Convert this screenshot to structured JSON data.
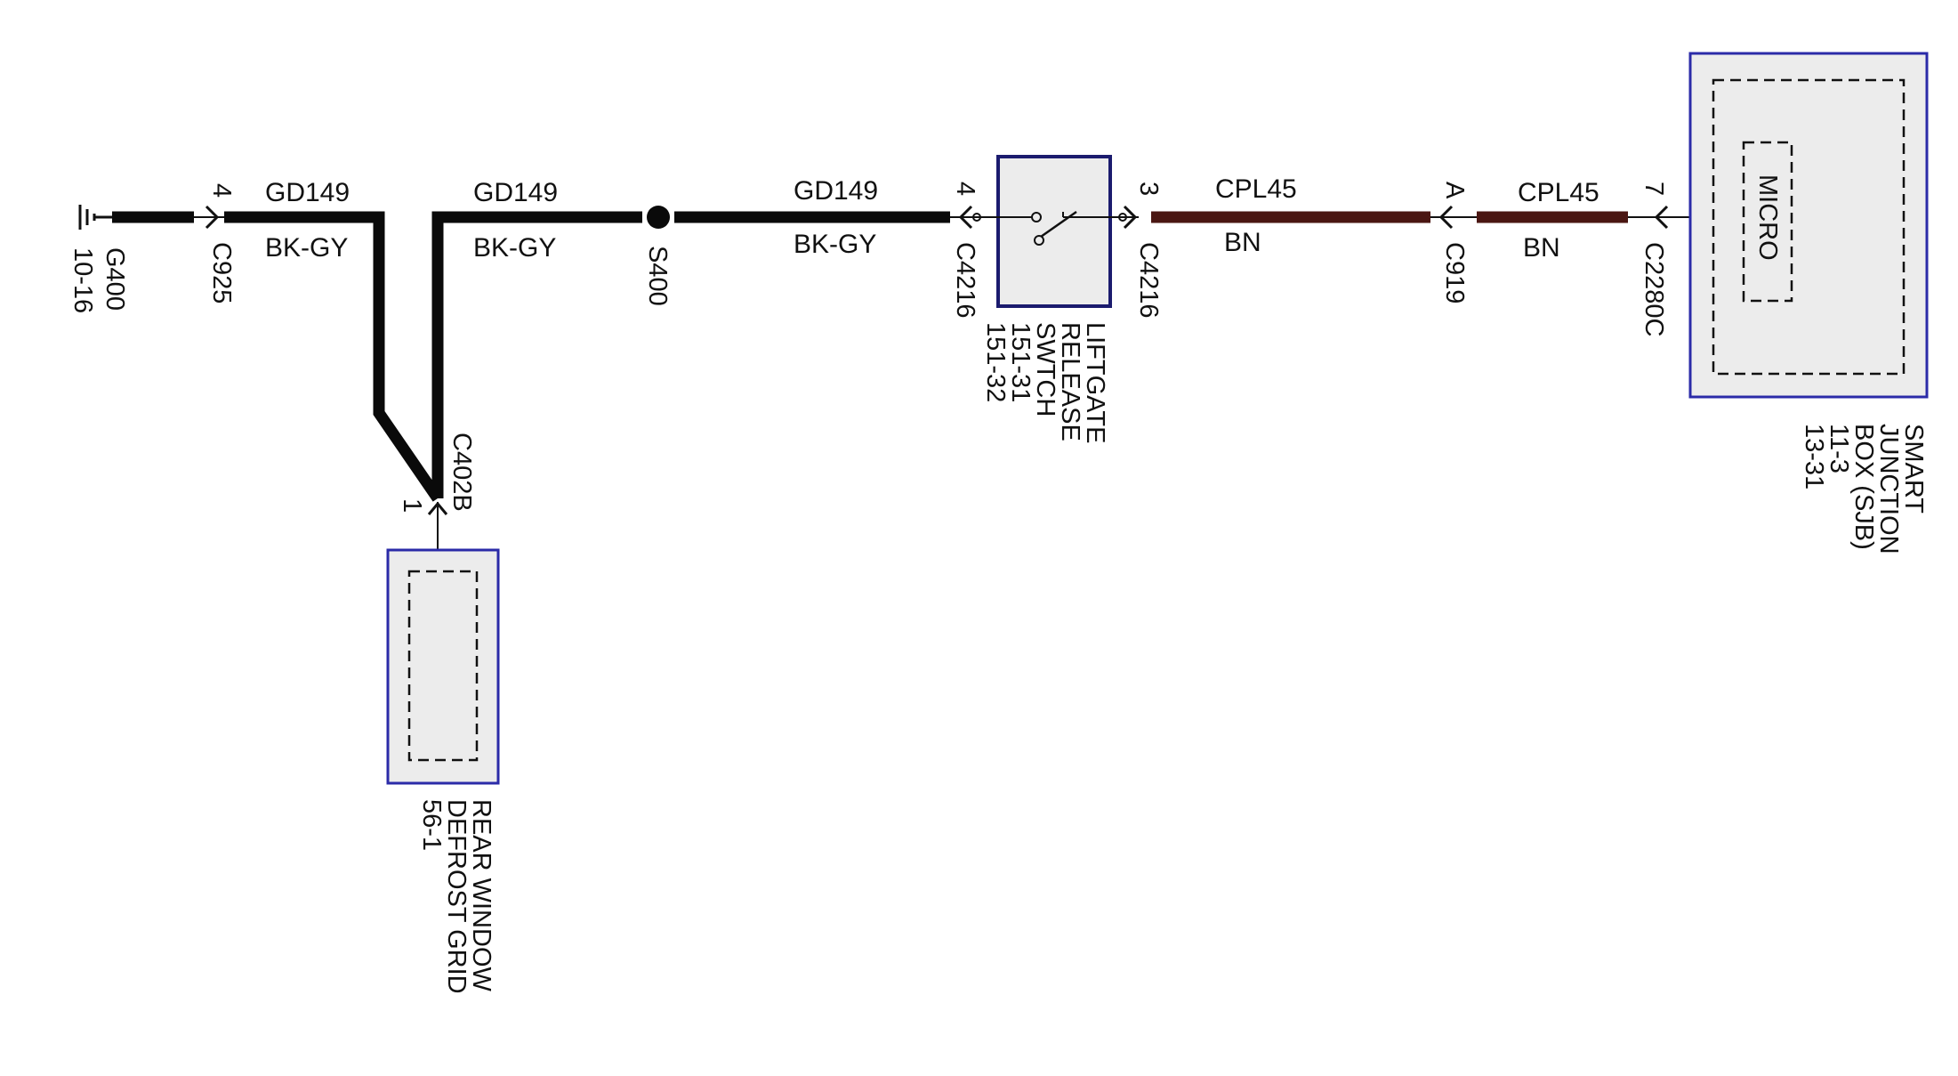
{
  "colors": {
    "wire_black": "#0a0a0a",
    "wire_brown": "#4a1612",
    "component_border": "#2b2ba8",
    "component_fill": "#ececec",
    "switch_border": "#1b1b6e"
  },
  "ground": {
    "icon": "ground-icon",
    "id": "G400",
    "ref": "10-16"
  },
  "connectors": {
    "c925": {
      "id": "C925",
      "pin": "4"
    },
    "c4216_left": {
      "id": "C4216",
      "pin": "4"
    },
    "c4216_right": {
      "id": "C4216",
      "pin": "3"
    },
    "c919": {
      "id": "C919",
      "pin": "A"
    },
    "c2280c": {
      "id": "C2280C",
      "pin": "7"
    },
    "c402b": {
      "id": "C402B",
      "pin": "1"
    }
  },
  "splice": {
    "id": "S400"
  },
  "wires": {
    "w1": {
      "circuit": "GD149",
      "color": "BK-GY"
    },
    "w2": {
      "circuit": "GD149",
      "color": "BK-GY"
    },
    "w3": {
      "circuit": "GD149",
      "color": "BK-GY"
    },
    "w4": {
      "circuit": "CPL45",
      "color": "BN"
    },
    "w5": {
      "circuit": "CPL45",
      "color": "BN"
    }
  },
  "components": {
    "liftgate_switch": {
      "lines": [
        "LIFTGATE",
        "RELEASE",
        "SWTCH",
        "151-31",
        "151-32"
      ]
    },
    "sjb": {
      "inner": "MICRO",
      "lines": [
        "SMART",
        "JUNCTION",
        "BOX (SJB)",
        "11-3",
        "13-31"
      ]
    },
    "defrost": {
      "lines": [
        "REAR WINDOW",
        "DEFROST GRID",
        "56-1"
      ]
    }
  }
}
